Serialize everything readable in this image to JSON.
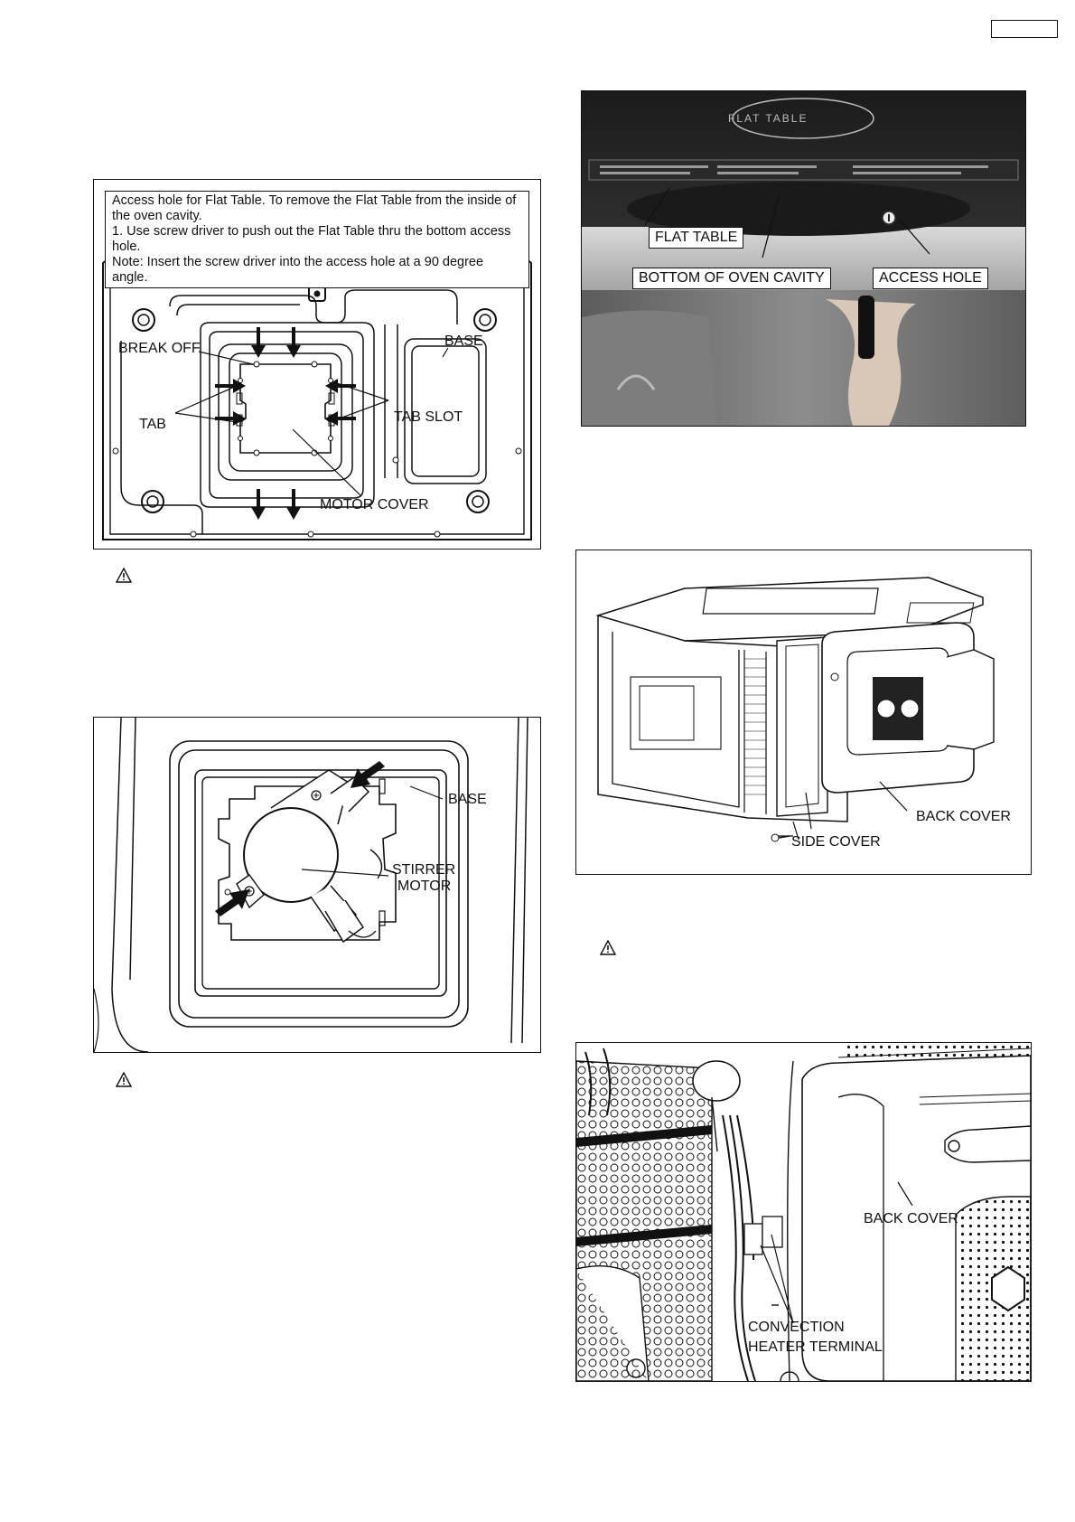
{
  "figure1": {
    "note_lines": [
      "Access hole for Flat Table. To remove the Flat Table from the inside of the oven cavity.",
      "1. Use screw driver to push out the Flat Table thru the bottom access hole.",
      "Note: Insert the screw driver into the access hole at a 90 degree angle."
    ],
    "labels": {
      "base": "BASE",
      "break_off": "BREAK OFF",
      "tab": "TAB",
      "tab_slot": "TAB SLOT",
      "motor_cover": "MOTOR COVER"
    }
  },
  "figure2": {
    "labels": {
      "flat_table": "FLAT TABLE",
      "bottom": "BOTTOM OF OVEN CAVITY",
      "access_hole": "ACCESS HOLE",
      "table_print": "FLAT TABLE"
    }
  },
  "figure3": {
    "labels": {
      "base": "BASE",
      "stirrer_motor_1": "STIRRER",
      "stirrer_motor_2": "MOTOR"
    }
  },
  "figure4": {
    "labels": {
      "back_cover": "BACK COVER",
      "side_cover": "SIDE COVER"
    }
  },
  "figure5": {
    "labels": {
      "back_cover": "BACK COVER",
      "heater_1": "CONVECTION",
      "heater_2": "HEATER TERMINAL"
    }
  },
  "icons": [
    "warning-icon",
    "arrow-icon",
    "screw-icon"
  ]
}
